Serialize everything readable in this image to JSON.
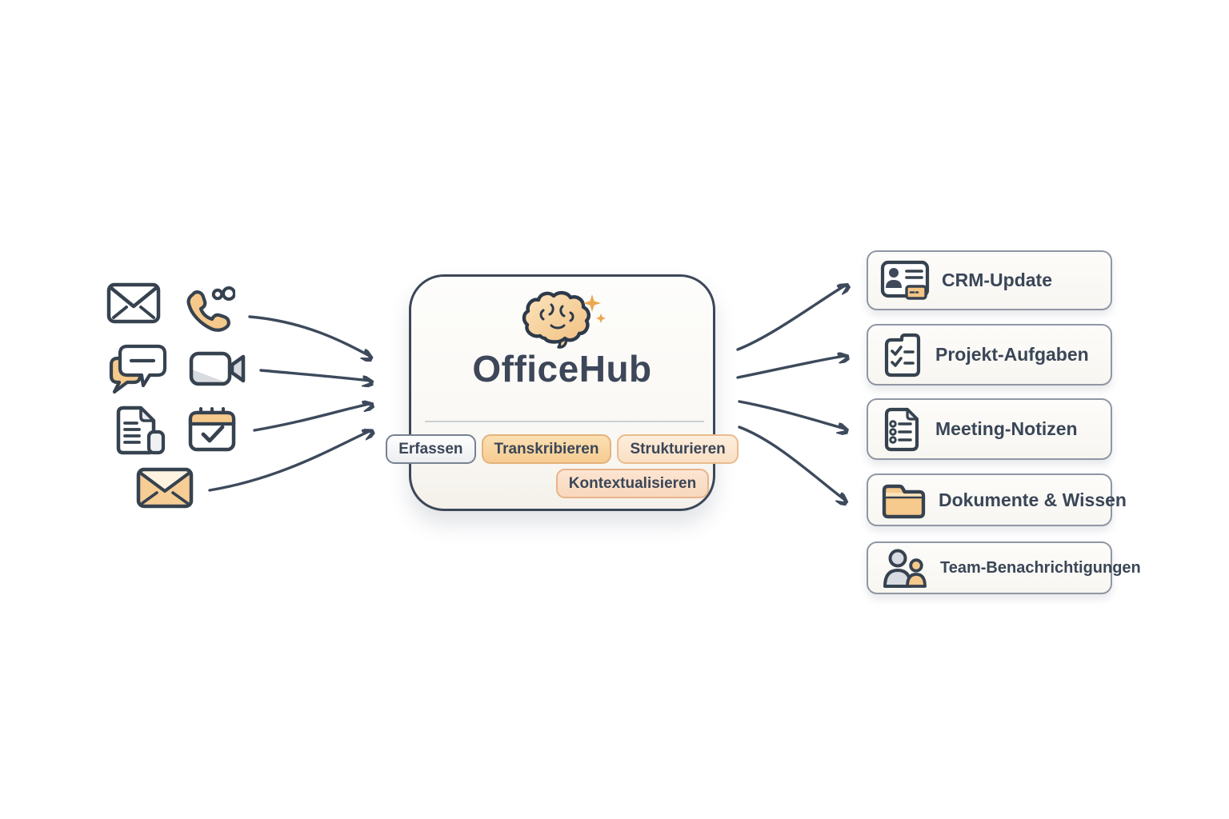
{
  "hub": {
    "title": "OfficeHub",
    "icon": "brain-sparkles-icon",
    "tags": [
      {
        "label": "Erfassen"
      },
      {
        "label": "Transkribieren"
      },
      {
        "label": "Strukturieren"
      },
      {
        "label": "Kontextualisieren"
      }
    ]
  },
  "inputs": [
    {
      "icon": "mail-icon"
    },
    {
      "icon": "phone-call-icon"
    },
    {
      "icon": "chat-bubbles-icon"
    },
    {
      "icon": "video-camera-icon"
    },
    {
      "icon": "document-attachment-icon"
    },
    {
      "icon": "calendar-check-icon"
    },
    {
      "icon": "mail-orange-icon"
    }
  ],
  "outputs": [
    {
      "label": "CRM-Update",
      "icon": "contact-card-icon"
    },
    {
      "label": "Projekt-Aufgaben",
      "icon": "task-checklist-icon"
    },
    {
      "label": "Meeting-Notizen",
      "icon": "notes-list-icon"
    },
    {
      "label": "Dokumente & Wissen",
      "icon": "folder-icon"
    },
    {
      "label": "Team-Benachrichtigungen",
      "icon": "team-people-icon"
    }
  ],
  "colors": {
    "ink": "#36424f",
    "accent_orange": "#f6c98c",
    "peach": "#fadfc8",
    "card_bg": "#fbfaf6",
    "border_gray": "#8f97a4"
  }
}
